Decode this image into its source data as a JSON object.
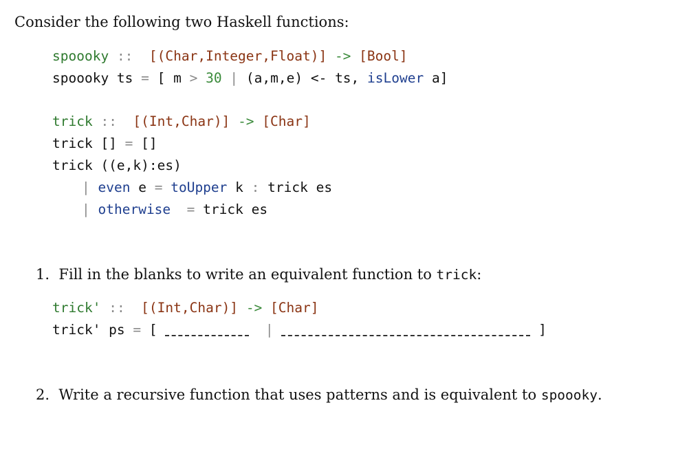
{
  "intro": "Consider the following two Haskell functions:",
  "spoooky": {
    "name": "spoooky",
    "sig_sep": "::",
    "arg_type": "[(Char,Integer,Float)]",
    "arrow": "->",
    "ret_type": "[Bool]",
    "def_lhs": "spoooky ts",
    "eq": "=",
    "open": "[",
    "m": "m",
    "gt": ">",
    "num": "30",
    "pipe": "|",
    "tuple": "(a,m,e)",
    "gen": "<-",
    "ts": "ts,",
    "fn": "isLower",
    "a": "a",
    "close": "]"
  },
  "trick": {
    "name": "trick",
    "sig_sep": "::",
    "arg_type": "[(Int,Char)]",
    "arrow": "->",
    "ret_type": "[Char]",
    "base_lhs": "trick []",
    "eq": "=",
    "base_rhs": "[]",
    "rec_lhs": "trick ((e,k):es)",
    "pipe": "|",
    "guard1": "even",
    "guard1_arg": "e",
    "upper": "toUpper",
    "k": "k",
    "cons": ":",
    "rec": "trick es",
    "guard2": "otherwise"
  },
  "questions": [
    {
      "num": "1.",
      "text_before": "Fill in the blanks to write an equivalent function to",
      "code": "trick",
      "text_after": ":"
    },
    {
      "num": "2.",
      "text_before": "Write a recursive function that uses patterns and is equivalent to",
      "code": "spoooky",
      "text_after": "."
    }
  ],
  "trick_prime": {
    "name": "trick'",
    "sig_sep": "::",
    "arg_type": "[(Int,Char)]",
    "arrow": "->",
    "ret_type": "[Char]",
    "def_lhs": "trick' ps",
    "eq": "=",
    "open": "[",
    "pipe": "|",
    "close": "]"
  }
}
